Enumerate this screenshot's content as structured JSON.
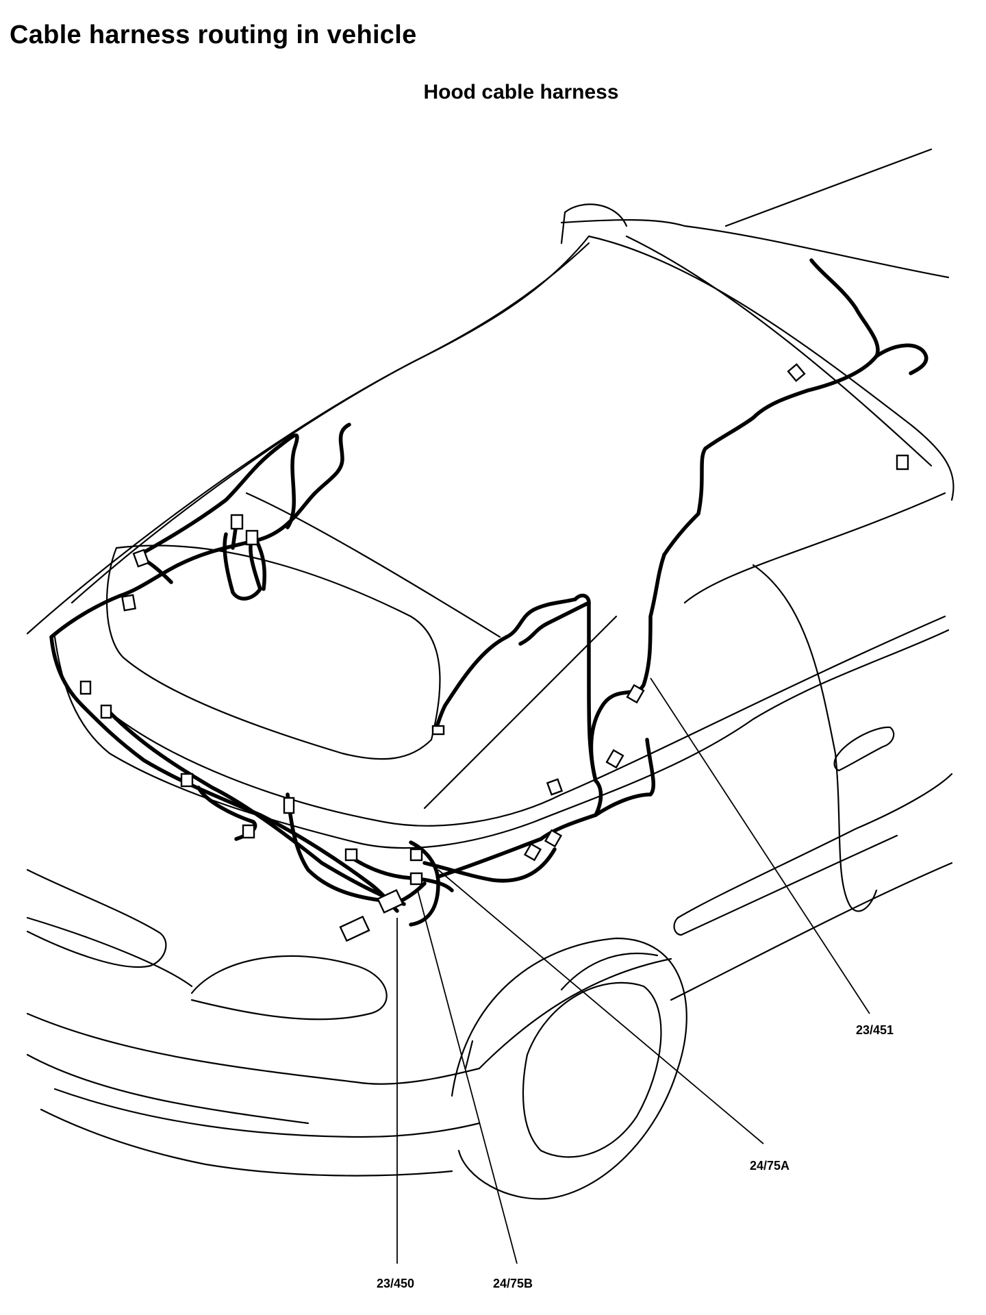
{
  "header": {
    "title": "Cable harness routing in vehicle",
    "subtitle": "Hood cable harness"
  },
  "callouts": [
    {
      "id": "c1",
      "label": "23/451"
    },
    {
      "id": "c2",
      "label": "24/75A"
    },
    {
      "id": "c3",
      "label": "23/450"
    },
    {
      "id": "c4",
      "label": "24/75B"
    }
  ],
  "colors": {
    "line": "#000000",
    "background": "#ffffff"
  }
}
